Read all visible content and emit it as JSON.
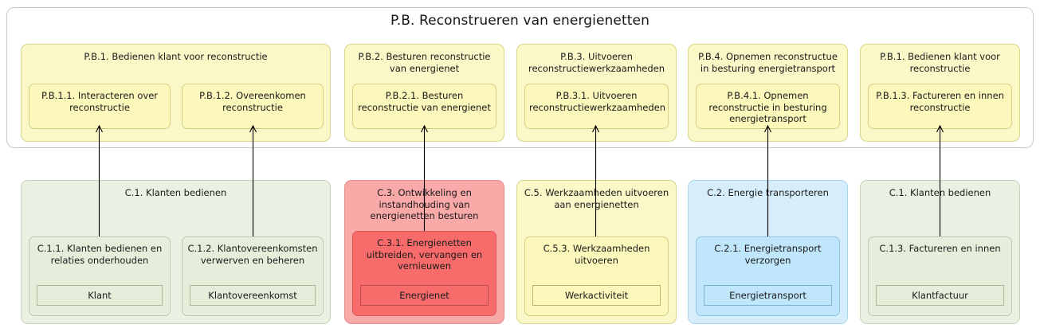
{
  "diagram": {
    "title": "P.B. Reconstrueren van energienetten",
    "colors": {
      "yellow_group": "#fbf8c8",
      "yellow_inner": "#fcf7ba",
      "green_group": "#eaf1e2",
      "green_inner": "#e4eedb",
      "red_group": "#faa9a9",
      "red_inner": "#f76b6b",
      "blue_group": "#d6eefb",
      "blue_inner": "#bfe6fa",
      "connector": "#000000",
      "container_border": "#c9c9c9"
    }
  },
  "process_row": [
    {
      "label": "P.B.1. Bedienen klant voor reconstructie",
      "children": [
        {
          "label": "P.B.1.1. Interacteren over reconstructie"
        },
        {
          "label": "P.B.1.2. Overeenkomen reconstructie"
        }
      ]
    },
    {
      "label": "P.B.2. Besturen reconstructie van energienet",
      "children": [
        {
          "label": "P.B.2.1. Besturen reconstructie van energienet"
        }
      ]
    },
    {
      "label": "P.B.3. Uitvoeren reconstructiewerkzaamheden",
      "children": [
        {
          "label": "P.B.3.1. Uitvoeren reconstructiewerkzaamheden"
        }
      ]
    },
    {
      "label": "P.B.4. Opnemen reconstructue in besturing energietransport",
      "children": [
        {
          "label": "P.B.4.1. Opnemen reconstructie in besturing energietransport"
        }
      ]
    },
    {
      "label": "P.B.1. Bedienen klant voor reconstructie",
      "children": [
        {
          "label": "P.B.1.3. Factureren en innen reconstructie"
        }
      ]
    }
  ],
  "capability_row": [
    {
      "label": "C.1. Klanten bedienen",
      "children": [
        {
          "label": "C.1.1. Klanten bedienen en relaties onderhouden",
          "object": "Klant"
        },
        {
          "label": "C.1.2. Klantovereenkomsten verwerven en beheren",
          "object": "Klantovereenkomst"
        }
      ]
    },
    {
      "label": "C.3. Ontwikkeling en instandhouding van energienetten besturen",
      "children": [
        {
          "label": "C.3.1. Energienetten uitbreiden, vervangen en vernieuwen",
          "object": "Energienet"
        }
      ]
    },
    {
      "label": "C.5. Werkzaamheden uitvoeren aan energienetten",
      "children": [
        {
          "label": "C.5.3. Werkzaamheden uitvoeren",
          "object": "Werkactiviteit"
        }
      ]
    },
    {
      "label": "C.2. Energie transporteren",
      "children": [
        {
          "label": "C.2.1. Energietransport verzorgen",
          "object": "Energietransport"
        }
      ]
    },
    {
      "label": "C.1. Klanten bedienen",
      "children": [
        {
          "label": "C.1.3. Factureren en innen",
          "object": "Klantfactuur"
        }
      ]
    }
  ]
}
